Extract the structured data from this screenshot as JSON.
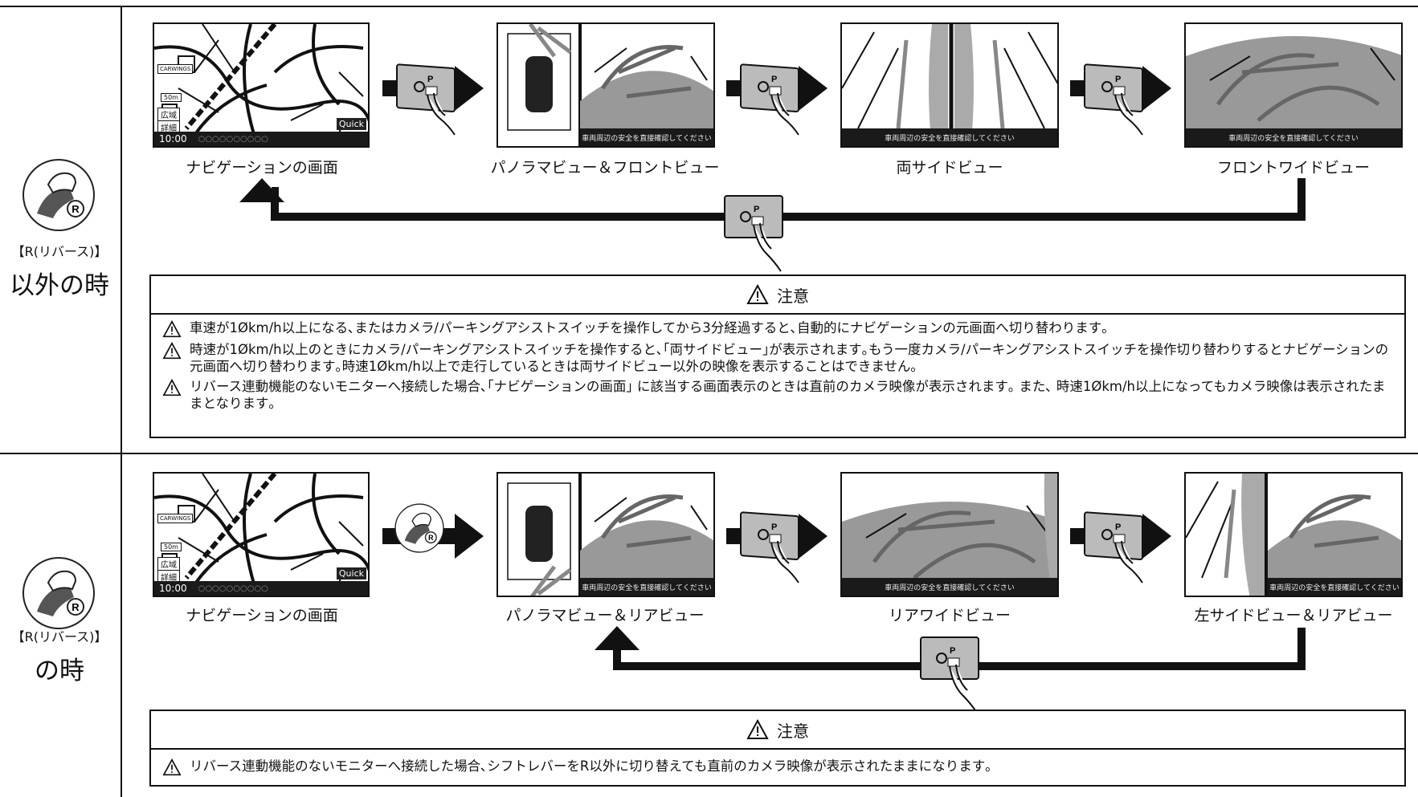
{
  "sections": [
    {
      "condition_small": "【R(リバース)】",
      "condition_big": "以外の時",
      "screens": [
        "ナビゲーションの画面",
        "パノラマビュー＆フロントビュー",
        "両サイドビュー",
        "フロントワイドビュー"
      ],
      "caution_title": "注意",
      "cautions": [
        "車速が1Økm/h以上になる､またはカメラ/パーキングアシストスイッチを操作してから3分経過すると､自動的にナビゲーションの元画面へ切り替わります｡",
        "時速が1Økm/h以上のときにカメラ/パーキングアシストスイッチを操作すると､｢両サイドビュー｣が表示されます｡もう一度カメラ/パーキングアシストスイッチを操作切り替わりするとナビゲーションの元画面へ切り替わります｡時速1Økm/h以上で走行しているときは両サイドビュー以外の映像を表示することはできません｡",
        "リバース連動機能のないモニターへ接続した場合､｢ナビゲーションの画面｣ に該当する画面表示のときは直前のカメラ映像が表示されます｡ また､ 時速1Økm/h以上になってもカメラ映像は表示されたままとなります｡"
      ]
    },
    {
      "condition_small": "【R(リバース)】",
      "condition_big": "の時",
      "screens": [
        "ナビゲーションの画面",
        "パノラマビュー＆リアビュー",
        "リアワイドビュー",
        "左サイドビュー＆リアビュー"
      ],
      "caution_title": "注意",
      "cautions": [
        "リバース連動機能のないモニターへ接続した場合､シフトレバーをR以外に切り替えても直前のカメラ映像が表示されたままになります｡"
      ]
    }
  ],
  "nav_screen": {
    "time": "10:00",
    "quick": "Quick",
    "wide": "広域",
    "detail": "詳細",
    "scale": "50m",
    "brand": "CARWINGS",
    "dots": "○○○○○○○○○○"
  },
  "camera_caption": "車両周辺の安全を直接確認してください",
  "icons": {
    "switch": "parking-assist-switch-icon",
    "shift": "reverse-shift-lever-icon",
    "caution": "warning-triangle-icon"
  }
}
